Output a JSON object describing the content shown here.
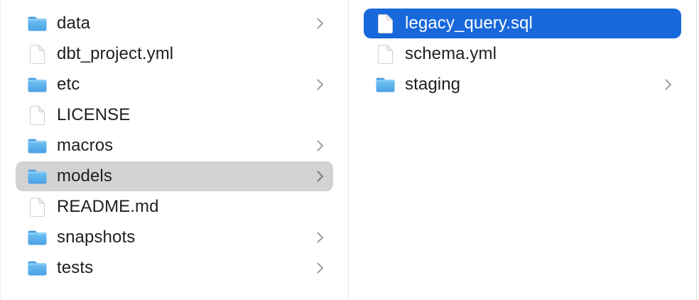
{
  "colors": {
    "background": "#ffffff",
    "divider": "#e2e2e2",
    "text": "#1f1f1f",
    "selected_text": "#ffffff",
    "selection_active_blue": "#1868dc",
    "selection_inactive_gray": "#d3d3d3",
    "chevron_gray": "#9d9d9d",
    "chevron_on_inactive_selection": "#7b7b7b",
    "folder_blue_top": "#70c2f3",
    "folder_blue_bottom": "#4aa0e4",
    "folder_tab_blue": "#469ade",
    "document_border": "#cfcfcf",
    "document_fold_fill": "#efefef"
  },
  "columns": [
    {
      "id": "parent",
      "items": [
        {
          "label": "data",
          "type": "folder",
          "has_chevron": true,
          "selection": "none"
        },
        {
          "label": "dbt_project.yml",
          "type": "file",
          "has_chevron": false,
          "selection": "none"
        },
        {
          "label": "etc",
          "type": "folder",
          "has_chevron": true,
          "selection": "none"
        },
        {
          "label": "LICENSE",
          "type": "file",
          "has_chevron": false,
          "selection": "none"
        },
        {
          "label": "macros",
          "type": "folder",
          "has_chevron": true,
          "selection": "none"
        },
        {
          "label": "models",
          "type": "folder",
          "has_chevron": true,
          "selection": "inactive"
        },
        {
          "label": "README.md",
          "type": "file",
          "has_chevron": false,
          "selection": "none"
        },
        {
          "label": "snapshots",
          "type": "folder",
          "has_chevron": true,
          "selection": "none"
        },
        {
          "label": "tests",
          "type": "folder",
          "has_chevron": true,
          "selection": "none"
        }
      ]
    },
    {
      "id": "models",
      "items": [
        {
          "label": "legacy_query.sql",
          "type": "file",
          "has_chevron": false,
          "selection": "active"
        },
        {
          "label": "schema.yml",
          "type": "file",
          "has_chevron": false,
          "selection": "none"
        },
        {
          "label": "staging",
          "type": "folder",
          "has_chevron": true,
          "selection": "none"
        }
      ]
    }
  ],
  "icons": {
    "folder": "folder-icon",
    "file": "document-icon",
    "chevron": "chevron-right-icon"
  }
}
